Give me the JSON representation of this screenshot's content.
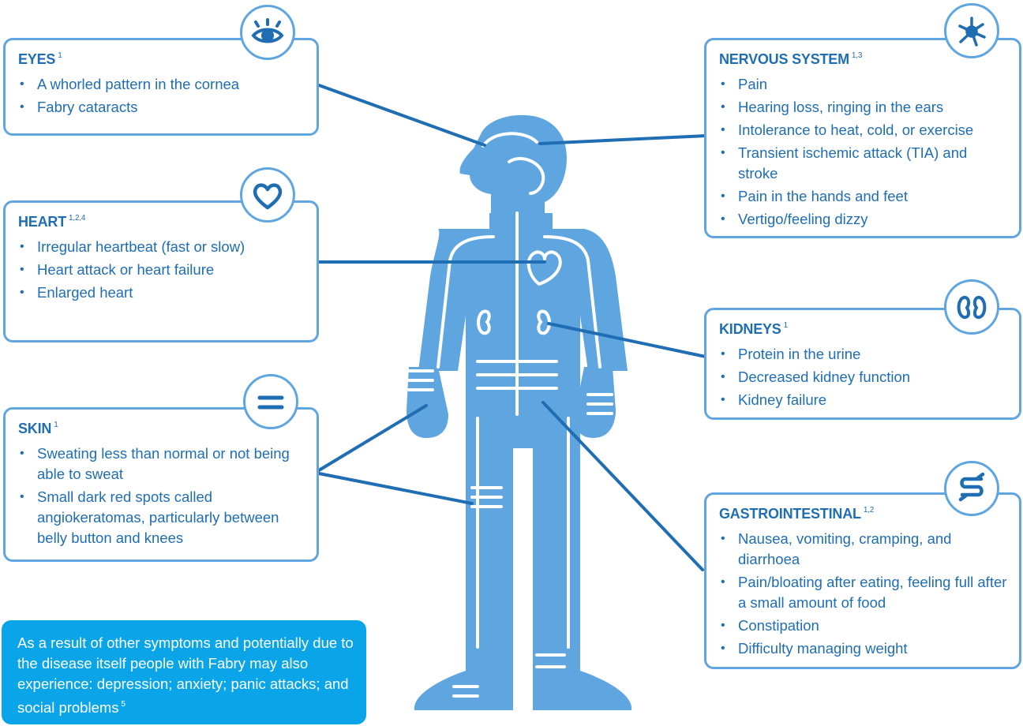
{
  "sections": {
    "eyes": {
      "title": "EYES",
      "ref": "1",
      "icon": "eye-icon",
      "items": [
        "A whorled pattern in the cornea",
        "Fabry cataracts"
      ]
    },
    "heart": {
      "title": "HEART",
      "ref": "1,2,4",
      "icon": "heart-icon",
      "items": [
        "Irregular heartbeat (fast or slow)",
        "Heart attack or heart failure",
        "Enlarged heart"
      ]
    },
    "skin": {
      "title": "SKIN",
      "ref": "1",
      "icon": "skin-icon",
      "items": [
        "Sweating less than normal or not being able to sweat",
        "Small dark red spots called angiokeratomas, particularly between belly button and knees"
      ]
    },
    "nervous": {
      "title": "NERVOUS SYSTEM",
      "ref": "1,3",
      "icon": "neuron-icon",
      "items": [
        "Pain",
        "Hearing loss, ringing in the ears",
        "Intolerance to heat, cold, or exercise",
        "Transient ischemic attack (TIA) and stroke",
        "Pain in the hands and feet",
        "Vertigo/feeling dizzy"
      ]
    },
    "kidneys": {
      "title": "KIDNEYS",
      "ref": "1",
      "icon": "kidneys-icon",
      "items": [
        "Protein in the urine",
        "Decreased kidney function",
        "Kidney failure"
      ]
    },
    "gi": {
      "title": "GASTROINTESTINAL",
      "ref": "1,2",
      "icon": "intestine-icon",
      "items": [
        "Nausea, vomiting, cramping, and diarrhoea",
        "Pain/bloating after eating, feeling full after a small amount of food",
        "Constipation",
        "Difficulty managing weight"
      ]
    }
  },
  "note": {
    "text": "As a result of other symptoms and potentially due to the disease itself people with Fabry may also experience: depression; anxiety; panic attacks; and social problems",
    "ref": "5"
  },
  "colors": {
    "figure": "#5fa6e0",
    "text": "#1f6db3",
    "connector": "#1f6db3",
    "note_bg": "#0aa5e8"
  }
}
